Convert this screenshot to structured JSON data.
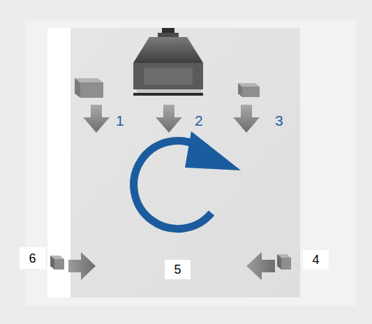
{
  "diagram": {
    "labels": [
      "1",
      "2",
      "3",
      "6",
      "4",
      "5"
    ]
  }
}
